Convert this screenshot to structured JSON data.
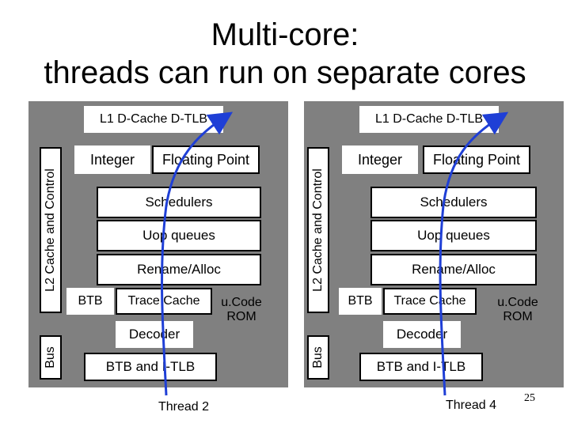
{
  "title": {
    "line1": "Multi-core:",
    "line2": "threads can run on separate cores"
  },
  "cores": [
    {
      "l1": "L1 D-Cache D-TLB",
      "l2": "L2 Cache and Control",
      "integer": "Integer",
      "fp": "Floating Point",
      "schedulers": "Schedulers",
      "uop": "Uop queues",
      "rename": "Rename/Alloc",
      "btb": "BTB",
      "trace": "Trace Cache",
      "ucode": "u.Code ROM",
      "decoder": "Decoder",
      "bus": "Bus",
      "btb_itlb": "BTB and I-TLB",
      "thread": "Thread 2"
    },
    {
      "l1": "L1 D-Cache D-TLB",
      "l2": "L2 Cache and Control",
      "integer": "Integer",
      "fp": "Floating Point",
      "schedulers": "Schedulers",
      "uop": "Uop queues",
      "rename": "Rename/Alloc",
      "btb": "BTB",
      "trace": "Trace Cache",
      "ucode": "u.Code ROM",
      "decoder": "Decoder",
      "bus": "Bus",
      "btb_itlb": "BTB and I-TLB",
      "thread": "Thread 4"
    }
  ],
  "page_number": "25",
  "colors": {
    "arrow": "#1f3fd6",
    "core_bg": "#808080"
  }
}
